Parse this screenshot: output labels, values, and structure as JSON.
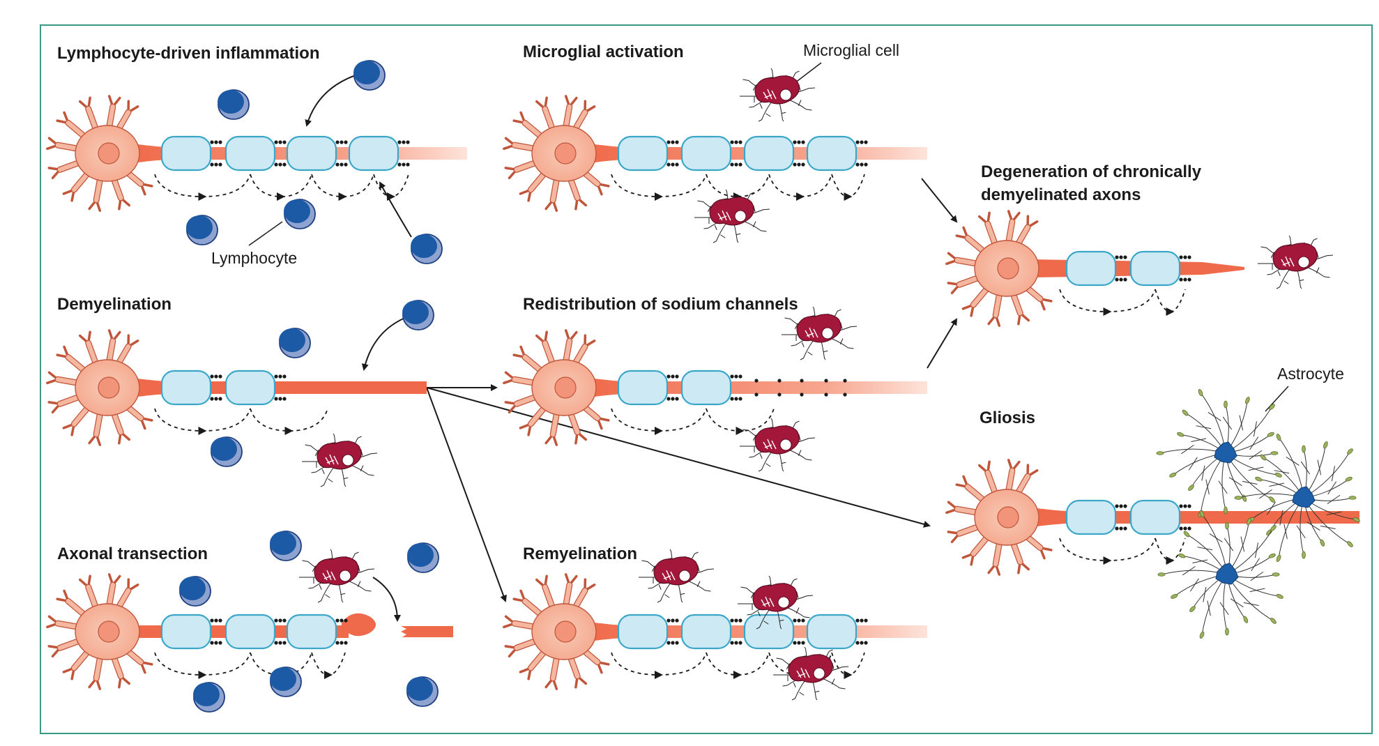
{
  "panels": {
    "lymphocyte_inflammation": "Lymphocyte-driven inflammation",
    "microglial_activation": "Microglial activation",
    "degeneration_line1": "Degeneration of chronically",
    "degeneration_line2": "demyelinated axons",
    "demyelination": "Demyelination",
    "sodium_redistribution": "Redistribution of sodium channels",
    "gliosis": "Gliosis",
    "axonal_transection": "Axonal transection",
    "remyelination": "Remyelination"
  },
  "callouts": {
    "lymphocyte": "Lymphocyte",
    "microglial_cell": "Microglial cell",
    "astrocyte": "Astrocyte"
  },
  "colors": {
    "frame": "#3a9a8a",
    "soma": "#f6b7a1",
    "soma_stroke": "#c0553a",
    "axon": "#ef6a4a",
    "myelin_fill": "#cde9f4",
    "myelin_stroke": "#3aa7c9",
    "lymphocyte": "#1d5aa6",
    "lymphocyte_light": "#8fa3d0",
    "microglia": "#a3173a",
    "astrocyte": "#1c5ea8",
    "astro_endfoot": "#9bb35b"
  }
}
